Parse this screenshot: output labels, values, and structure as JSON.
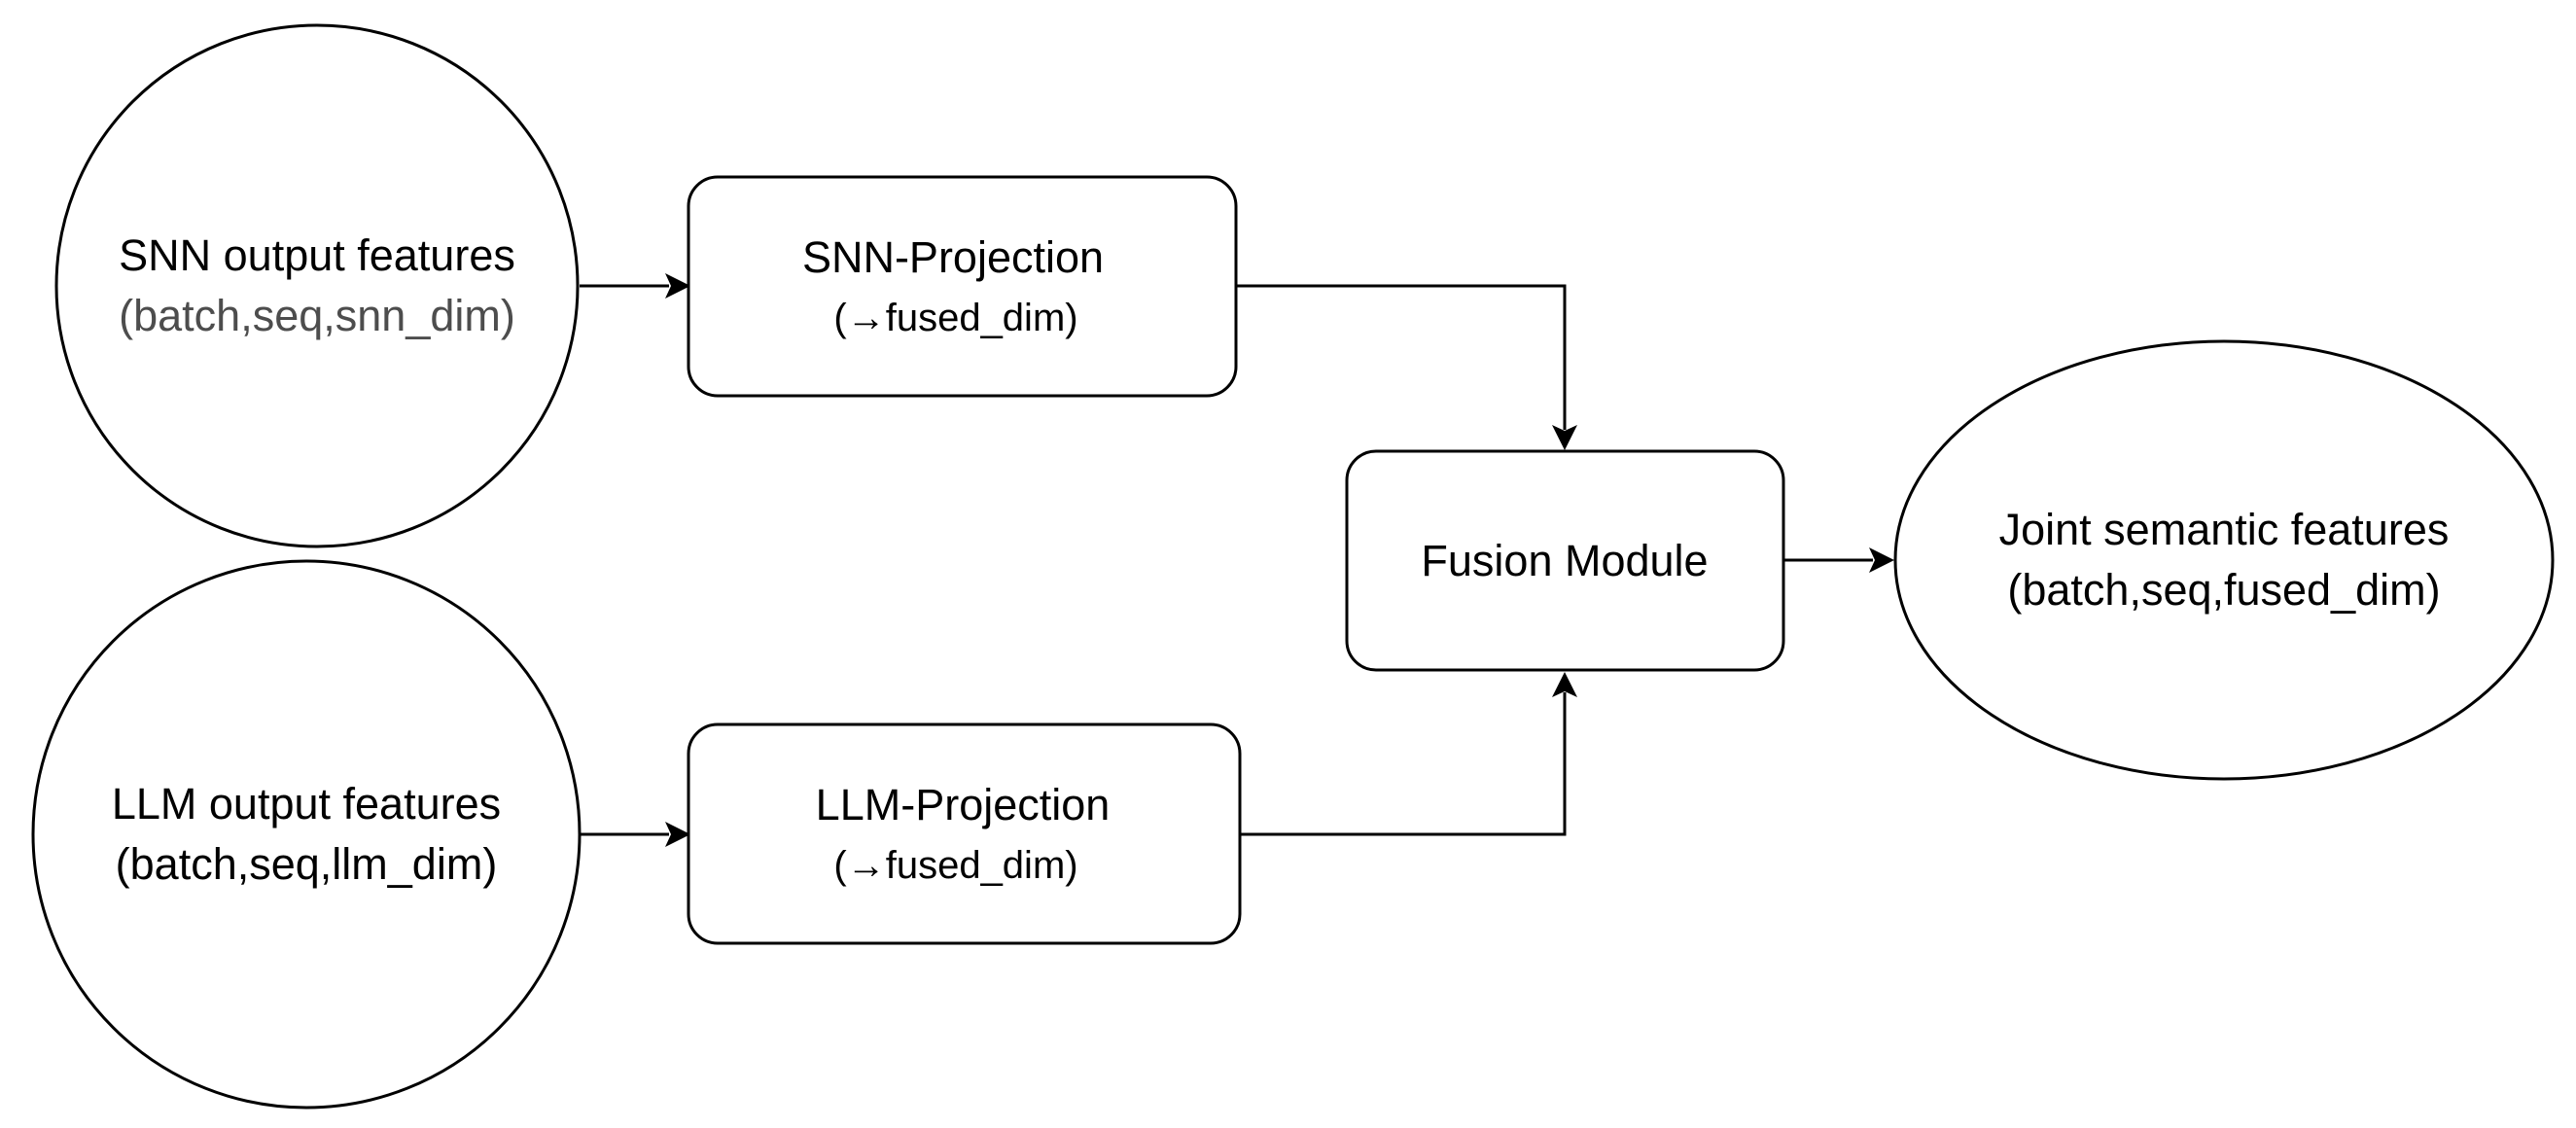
{
  "nodes": {
    "snn_features": {
      "title": "SNN output features",
      "subtitle": "(batch,seq,snn_dim)"
    },
    "llm_features": {
      "title": "LLM output features",
      "subtitle": "(batch,seq,llm_dim)"
    },
    "snn_projection": {
      "title": "SNN-Projection",
      "subtitle": "(→fused_dim)"
    },
    "llm_projection": {
      "title": "LLM-Projection",
      "subtitle": "(→fused_dim)"
    },
    "fusion_module": {
      "title": "Fusion Module"
    },
    "joint_features": {
      "title": "Joint semantic features",
      "subtitle": "(batch,seq,fused_dim)"
    }
  },
  "edges": [
    {
      "from": "snn_features",
      "to": "snn_projection"
    },
    {
      "from": "llm_features",
      "to": "llm_projection"
    },
    {
      "from": "snn_projection",
      "to": "fusion_module"
    },
    {
      "from": "llm_projection",
      "to": "fusion_module"
    },
    {
      "from": "fusion_module",
      "to": "joint_features"
    }
  ],
  "colors": {
    "stroke": "#000000",
    "fill": "#ffffff",
    "text": "#000000",
    "muted_text": "#4d4d4d"
  }
}
